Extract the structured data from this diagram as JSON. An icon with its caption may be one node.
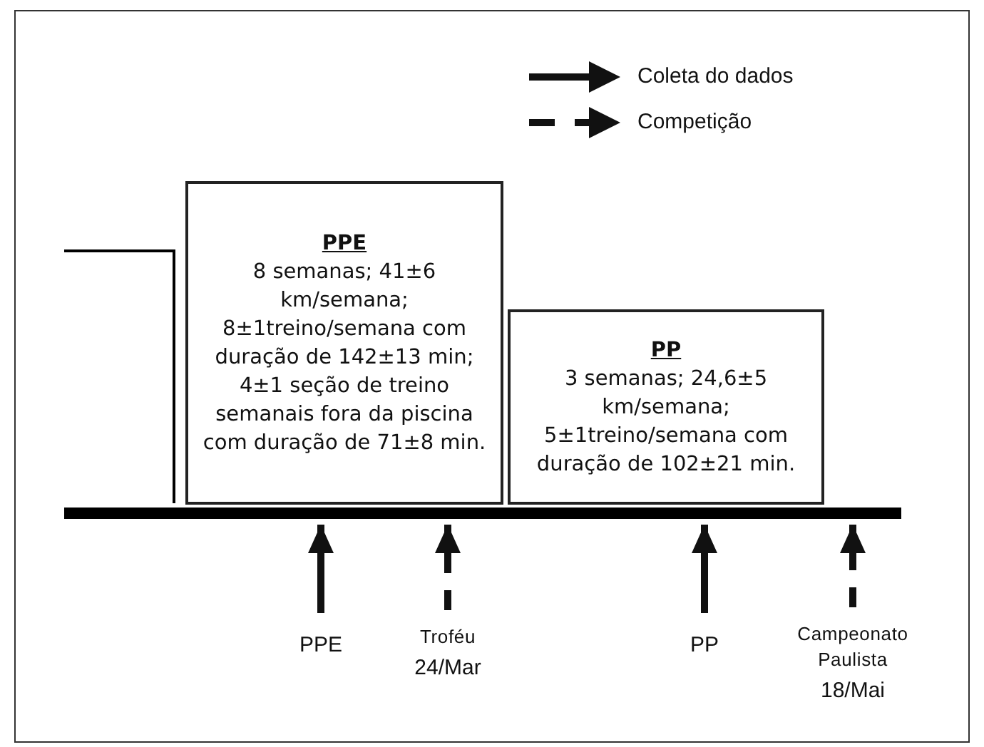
{
  "diagram": {
    "nodes": [
      {
        "text": [],
        "shape": "box"
      },
      {
        "text": [
          "PPE",
          "8 semanas; 41±6 km/semana; 8±1treino/semana com duração de 142±13 min; 4±1 seção de treino semanais fora da piscina com duração de 71±8 min."
        ]
      },
      {
        "text": [
          "PP",
          "3 semanas; 24,6±5 km/semana; 5±1treino/semana com duração de 102±21 min."
        ]
      },
      {
        "text": [],
        "shape": "bar"
      },
      {
        "text": [
          "PPE"
        ]
      },
      {
        "text": [
          "Troféu",
          "24/Mar"
        ]
      },
      {
        "text": [
          "PP"
        ]
      },
      {
        "text": [
          "Campeonato Paulista",
          "18/Mai"
        ]
      }
    ],
    "edges": [
      {
        "from": 4,
        "to": 3,
        "arrow": "to"
      },
      {
        "from": 5,
        "to": 3,
        "arrow": "to",
        "style": "dashed"
      },
      {
        "from": 6,
        "to": 3,
        "arrow": "to"
      },
      {
        "from": 7,
        "to": 3,
        "arrow": "to",
        "style": "dashed"
      }
    ],
    "legend": [
      {
        "text": "Coleta do dados"
      },
      {
        "text": "Competição"
      }
    ]
  }
}
